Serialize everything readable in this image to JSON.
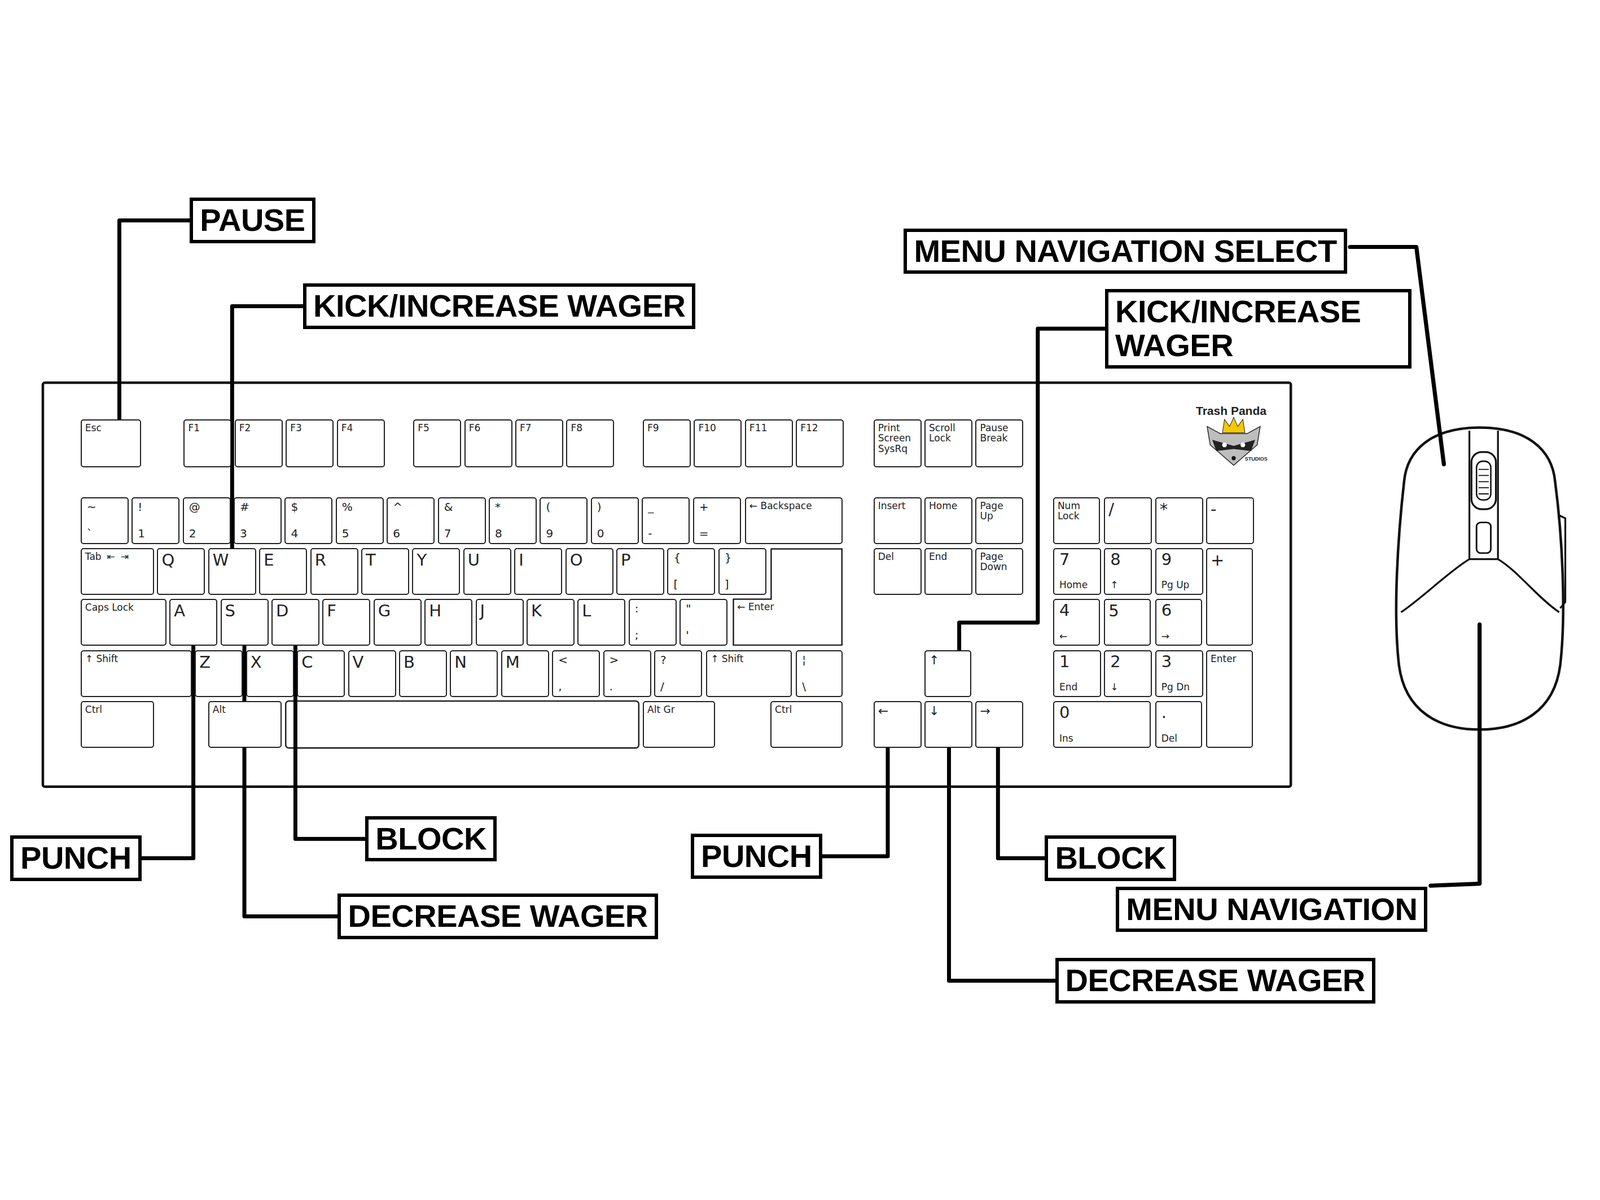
{
  "diagram": {
    "nodes": [
      {
        "text": [
          "PAUSE"
        ]
      },
      {
        "text": [
          "MENU NAVIGATION SELECT"
        ]
      },
      {
        "text": [
          "KICK/INCREASE WAGER"
        ]
      },
      {
        "text": [
          "KICK/INCREASE WAGER"
        ]
      },
      {
        "text": [
          "BLOCK"
        ]
      },
      {
        "text": [
          "PUNCH"
        ]
      },
      {
        "text": [
          "BLOCK"
        ]
      },
      {
        "text": [
          "PUNCH"
        ]
      },
      {
        "text": [
          "MENU NAVIGATION"
        ]
      },
      {
        "text": [
          "DECREASE WAGER"
        ]
      },
      {
        "text": [
          "DECREASE WAGER"
        ]
      },
      {
        "text": [
          "Esc"
        ]
      },
      {
        "text": [
          "F1"
        ]
      },
      {
        "text": [
          "F2"
        ]
      },
      {
        "text": [
          "F3"
        ]
      },
      {
        "text": [
          "F4"
        ]
      },
      {
        "text": [
          "F5"
        ]
      },
      {
        "text": [
          "F6"
        ]
      },
      {
        "text": [
          "F7"
        ]
      },
      {
        "text": [
          "F8"
        ]
      },
      {
        "text": [
          "F9"
        ]
      },
      {
        "text": [
          "F10"
        ]
      },
      {
        "text": [
          "F11"
        ]
      },
      {
        "text": [
          "F12"
        ]
      },
      {
        "text": [
          "Print Screen SysRq"
        ]
      },
      {
        "text": [
          "Scroll Lock"
        ]
      },
      {
        "text": [
          "Pause Break"
        ]
      },
      {
        "text": [
          "~",
          "`"
        ]
      },
      {
        "text": [
          "!",
          "1"
        ]
      },
      {
        "text": [
          "@",
          "2"
        ]
      },
      {
        "text": [
          "#",
          "3"
        ]
      },
      {
        "text": [
          "$",
          "4"
        ]
      },
      {
        "text": [
          "%",
          "5"
        ]
      },
      {
        "text": [
          "^",
          "6"
        ]
      },
      {
        "text": [
          "&",
          "7"
        ]
      },
      {
        "text": [
          "*",
          "8"
        ]
      },
      {
        "text": [
          "(",
          "9"
        ]
      },
      {
        "text": [
          ")",
          "0"
        ]
      },
      {
        "text": [
          "_",
          "-"
        ]
      },
      {
        "text": [
          "+",
          "="
        ]
      },
      {
        "text": [
          "← Backspace"
        ]
      },
      {
        "text": [
          "Insert"
        ]
      },
      {
        "text": [
          "Home"
        ]
      },
      {
        "text": [
          "Page Up"
        ]
      },
      {
        "text": [
          "Num Lock"
        ]
      },
      {
        "text": [
          "/"
        ]
      },
      {
        "text": [
          "*"
        ]
      },
      {
        "text": [
          "-"
        ]
      },
      {
        "text": [
          "Tab",
          "⇤",
          "⇥"
        ]
      },
      {
        "text": [
          "Q"
        ]
      },
      {
        "text": [
          "W"
        ]
      },
      {
        "text": [
          "E"
        ]
      },
      {
        "text": [
          "R"
        ]
      },
      {
        "text": [
          "T"
        ]
      },
      {
        "text": [
          "Y"
        ]
      },
      {
        "text": [
          "U"
        ]
      },
      {
        "text": [
          "I"
        ]
      },
      {
        "text": [
          "O"
        ]
      },
      {
        "text": [
          "P"
        ]
      },
      {
        "text": [
          "{",
          "["
        ]
      },
      {
        "text": [
          "}",
          "]"
        ]
      },
      {
        "text": [
          "← Enter"
        ]
      },
      {
        "text": [
          "Del"
        ]
      },
      {
        "text": [
          "End"
        ]
      },
      {
        "text": [
          "Page Down"
        ]
      },
      {
        "text": [
          "7",
          "Home"
        ]
      },
      {
        "text": [
          "8",
          "↑"
        ]
      },
      {
        "text": [
          "9",
          "Pg Up"
        ]
      },
      {
        "text": [
          "+"
        ]
      },
      {
        "text": [
          "Caps Lock"
        ]
      },
      {
        "text": [
          "A"
        ]
      },
      {
        "text": [
          "S"
        ]
      },
      {
        "text": [
          "D"
        ]
      },
      {
        "text": [
          "F"
        ]
      },
      {
        "text": [
          "G"
        ]
      },
      {
        "text": [
          "H"
        ]
      },
      {
        "text": [
          "J"
        ]
      },
      {
        "text": [
          "K"
        ]
      },
      {
        "text": [
          "L"
        ]
      },
      {
        "text": [
          ":",
          ";"
        ]
      },
      {
        "text": [
          "\"",
          "'"
        ]
      },
      {
        "text": [
          "4",
          "←"
        ]
      },
      {
        "text": [
          "5"
        ]
      },
      {
        "text": [
          "6",
          "→"
        ]
      },
      {
        "text": [
          "↑ Shift"
        ]
      },
      {
        "text": [
          "Z"
        ]
      },
      {
        "text": [
          "X"
        ]
      },
      {
        "text": [
          "C"
        ]
      },
      {
        "text": [
          "V"
        ]
      },
      {
        "text": [
          "B"
        ]
      },
      {
        "text": [
          "N"
        ]
      },
      {
        "text": [
          "M"
        ]
      },
      {
        "text": [
          "<",
          ","
        ]
      },
      {
        "text": [
          ">",
          "."
        ]
      },
      {
        "text": [
          "?",
          "/"
        ]
      },
      {
        "text": [
          "↑ Shift"
        ]
      },
      {
        "text": [
          "¦",
          "\\"
        ]
      },
      {
        "text": [
          "↑"
        ]
      },
      {
        "text": [
          "1",
          "End"
        ]
      },
      {
        "text": [
          "2",
          "↓"
        ]
      },
      {
        "text": [
          "3",
          "Pg Dn"
        ]
      },
      {
        "text": [
          "Enter"
        ]
      },
      {
        "text": [
          "Ctrl"
        ]
      },
      {
        "text": [
          "Alt"
        ]
      },
      {
        "text": [
          "Alt Gr"
        ]
      },
      {
        "text": [
          "Ctrl"
        ]
      },
      {
        "text": [
          "←"
        ]
      },
      {
        "text": [
          "↓"
        ]
      },
      {
        "text": [
          "→"
        ]
      },
      {
        "text": [
          "0",
          "Ins"
        ]
      },
      {
        "text": [
          ".",
          "Del"
        ]
      }
    ],
    "edges": [
      {
        "from": 0,
        "to": 11,
        "arrow": "none"
      },
      {
        "from": 2,
        "to": 50,
        "arrow": "none"
      },
      {
        "from": 3,
        "to": 97,
        "arrow": "none"
      },
      {
        "from": 4,
        "to": 72,
        "arrow": "none"
      },
      {
        "from": 5,
        "to": 106,
        "arrow": "none"
      },
      {
        "from": 6,
        "to": 108,
        "arrow": "none"
      },
      {
        "from": 7,
        "to": 70,
        "arrow": "none"
      },
      {
        "from": 9,
        "to": 71,
        "arrow": "none"
      },
      {
        "from": 10,
        "to": 107,
        "arrow": "none"
      }
    ],
    "labels": [
      "Trash Panda",
      "STUDIOS"
    ]
  }
}
